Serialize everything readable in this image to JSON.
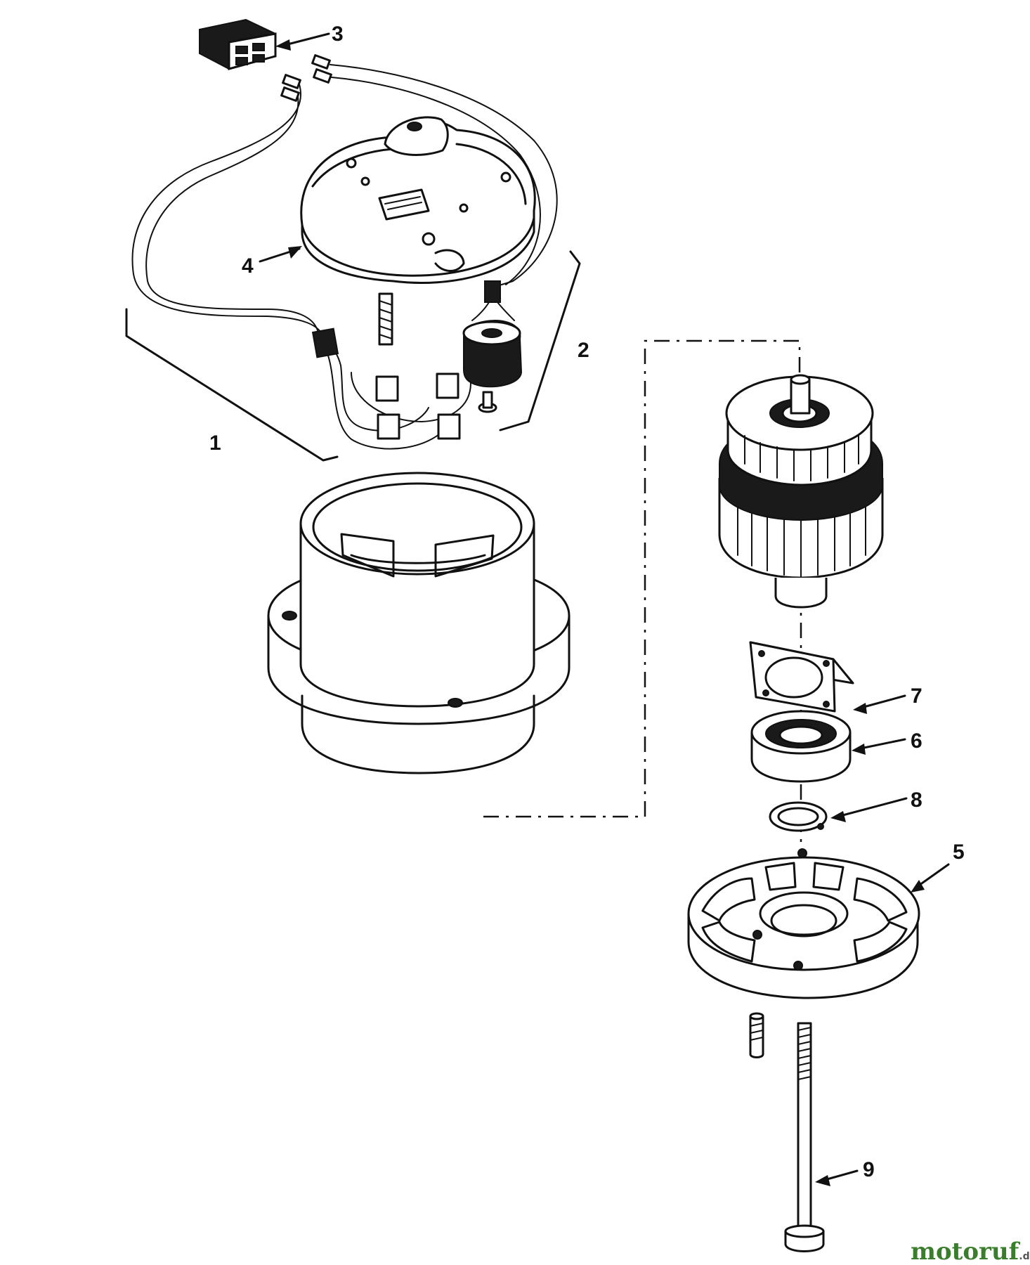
{
  "callouts": {
    "c1": "1",
    "c2": "2",
    "c3": "3",
    "c4": "4",
    "c5": "5",
    "c6": "6",
    "c7": "7",
    "c8": "8",
    "c9": "9"
  },
  "watermark": {
    "main": "motoruf",
    "suffix": ".de",
    "colors": {
      "m": "#3a7d2c",
      "dot": "#e03a1e",
      "rest": "#3a7d2c",
      "suffix": "#555555"
    }
  }
}
